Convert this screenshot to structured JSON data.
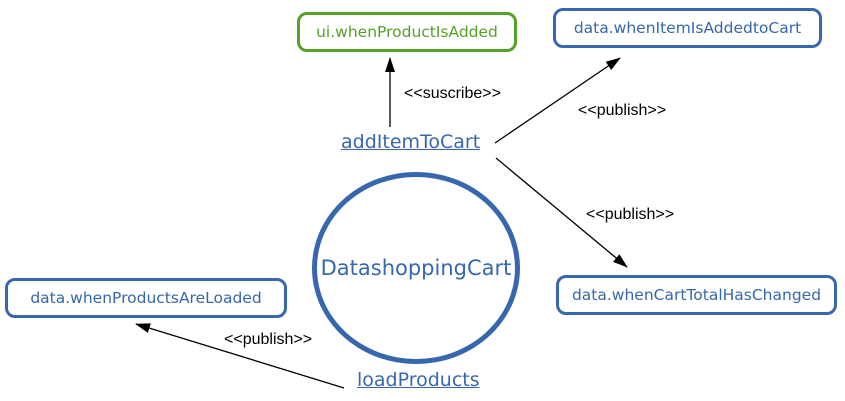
{
  "nodes": {
    "center_circle": {
      "label": "DatashoppingCart"
    },
    "add_item_to_cart": {
      "label": "addItemToCart"
    },
    "load_products": {
      "label": "loadProducts"
    },
    "ui_when_product_is_added": {
      "label": "ui.whenProductIsAdded"
    },
    "data_when_item_is_added_to_cart": {
      "label": "data.whenItemIsAddedtoCart"
    },
    "data_when_cart_total_has_changed": {
      "label": "data.whenCartTotalHasChanged"
    },
    "data_when_products_are_loaded": {
      "label": "data.whenProductsAreLoaded"
    }
  },
  "edges": [
    {
      "from": "addItemToCart",
      "to": "ui.whenProductIsAdded",
      "label": "<<suscribe>>"
    },
    {
      "from": "addItemToCart",
      "to": "data.whenItemIsAddedtoCart",
      "label": "<<publish>>"
    },
    {
      "from": "addItemToCart",
      "to": "data.whenCartTotalHasChanged",
      "label": "<<publish>>"
    },
    {
      "from": "loadProducts",
      "to": "data.whenProductsAreLoaded",
      "label": "<<publish>>"
    }
  ],
  "colors": {
    "green": "#55a12a",
    "blue": "#3767ad",
    "arrow": "#000000",
    "background": "#ffffff"
  }
}
